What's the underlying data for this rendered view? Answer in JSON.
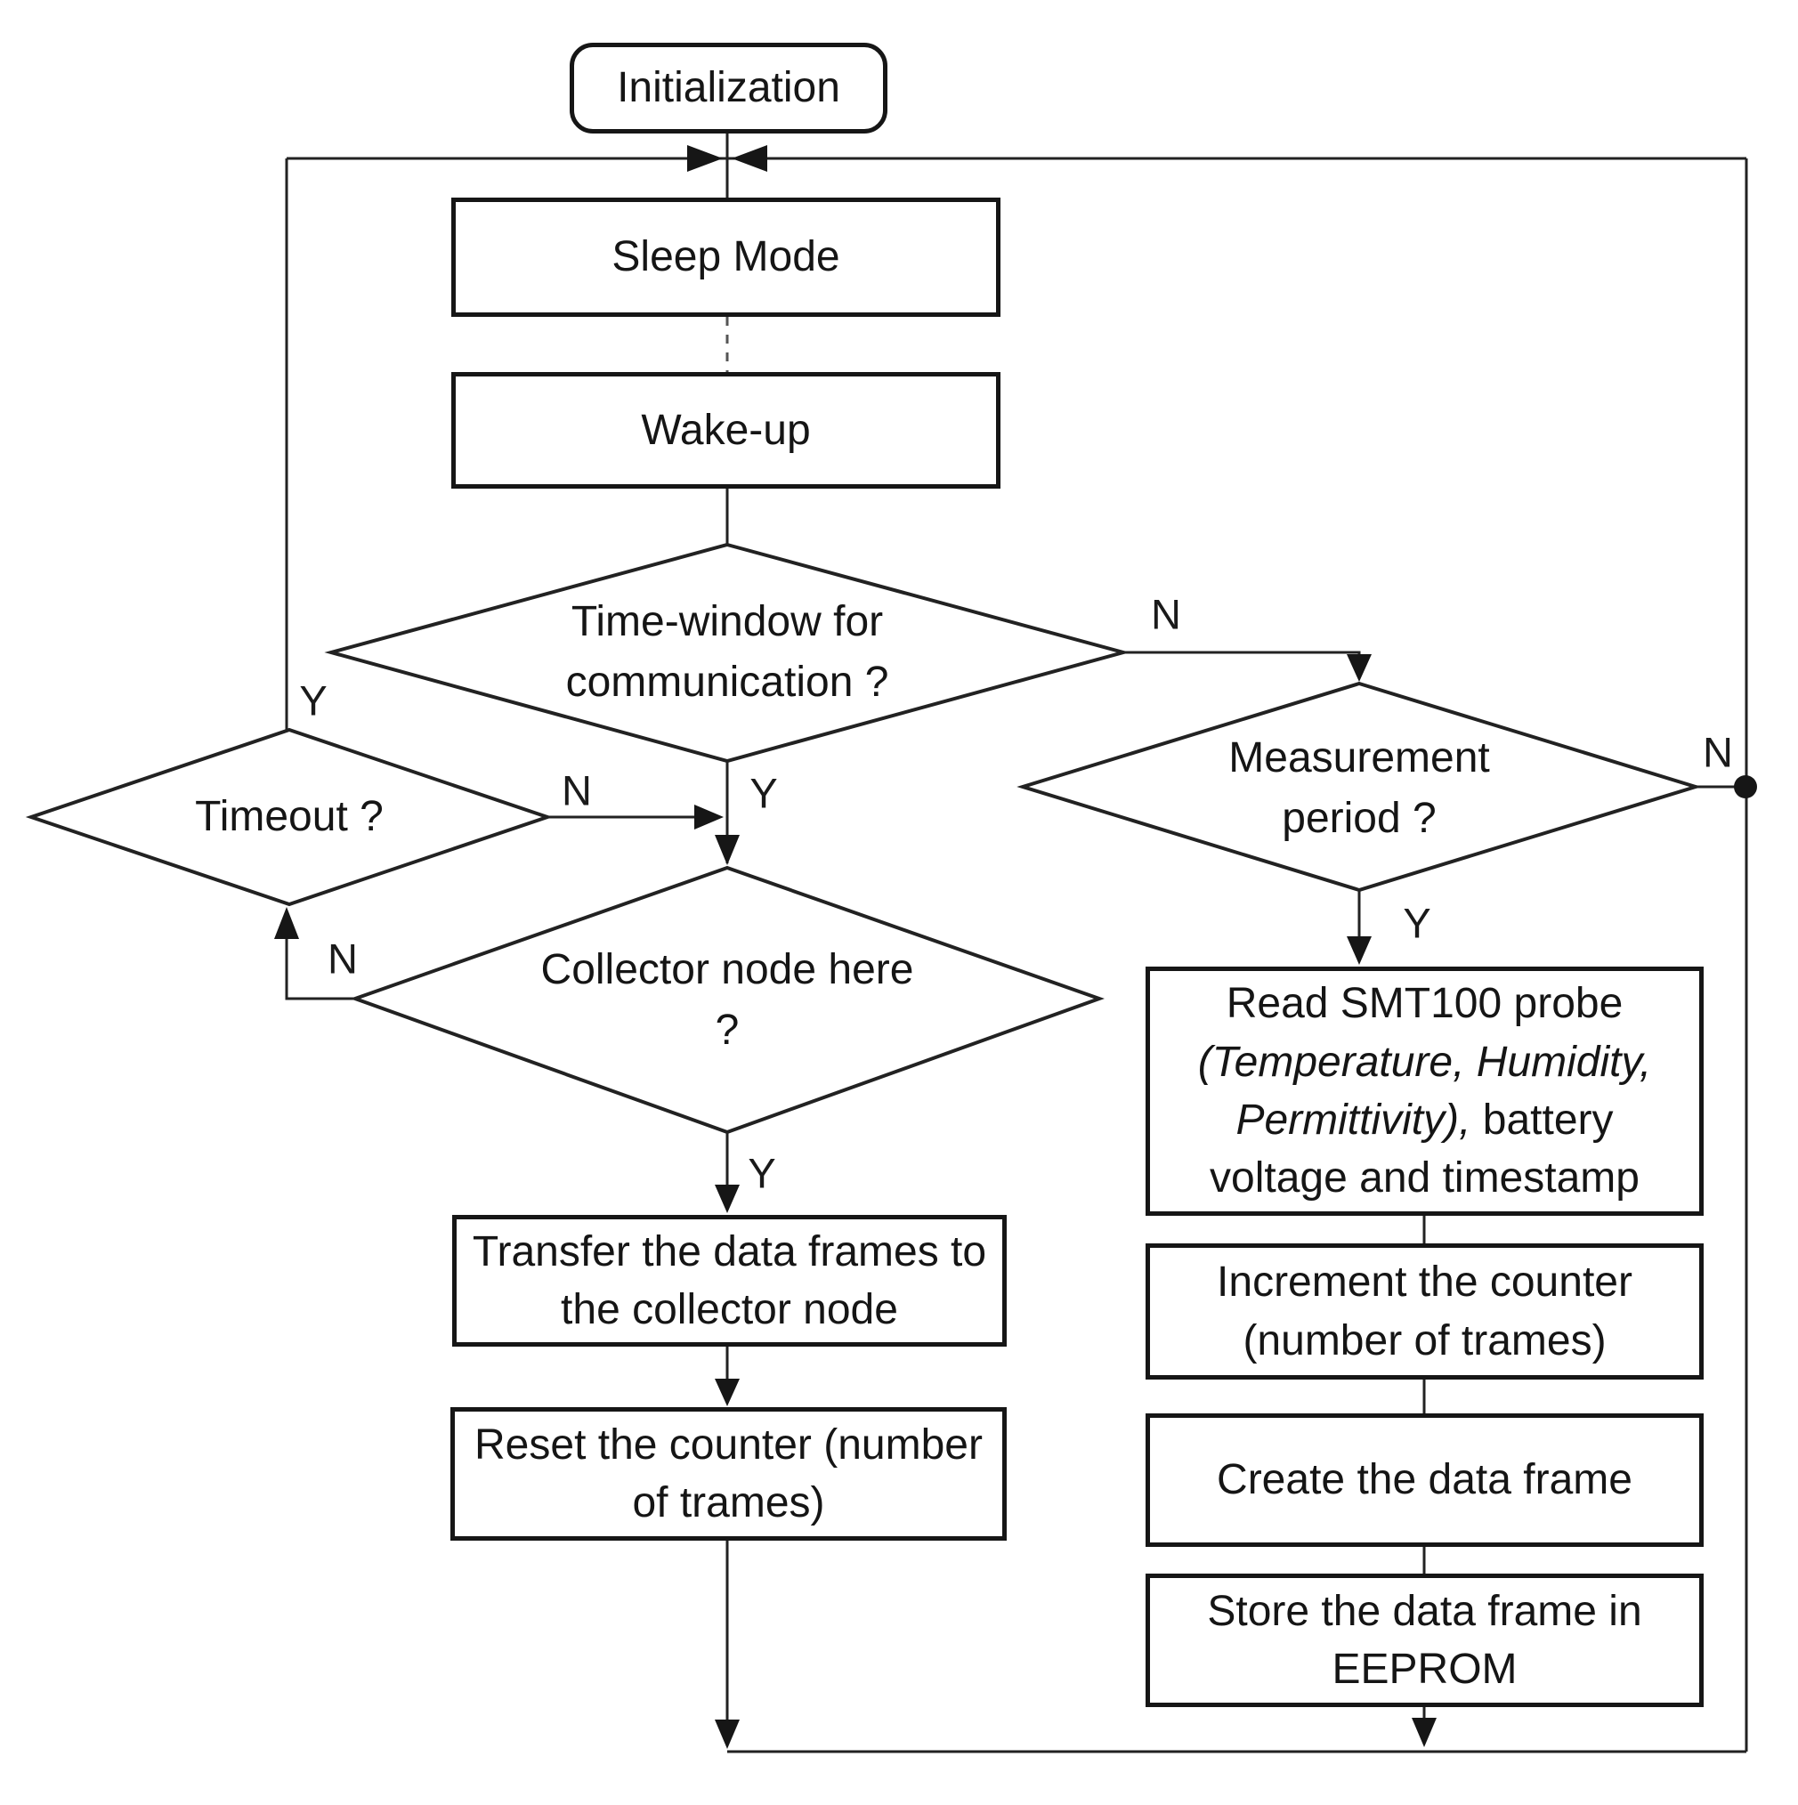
{
  "figure": {
    "type": "flowchart",
    "background": "#ffffff",
    "line_color": "#222222",
    "node_border_color": "#161616",
    "text_color": "#151515"
  },
  "nodes": {
    "initialization": {
      "label": "Initialization"
    },
    "sleep_mode": {
      "label": "Sleep Mode"
    },
    "wake_up": {
      "label": "Wake-up"
    },
    "time_window": {
      "label": "Time-window for communication ?"
    },
    "timeout": {
      "label": "Timeout ?"
    },
    "collector_node": {
      "label": "Collector node here ?"
    },
    "measurement_period": {
      "label": "Measurement period ?"
    },
    "transfer": {
      "label": "Transfer the data frames to the collector node"
    },
    "reset_counter": {
      "label": "Reset the counter (number of trames)"
    },
    "read_probe": {
      "part1": "Read SMT100 probe ",
      "part2_italic": "(Temperature, Humidity, Permittivity),",
      "part3": " battery voltage and timestamp"
    },
    "increment_counter": {
      "label": "Increment the counter (number of trames)"
    },
    "create_frame": {
      "label": "Create the data frame"
    },
    "store_frame": {
      "label": "Store the data frame in EEPROM"
    }
  },
  "edge_labels": {
    "time_window_yes": "Y",
    "time_window_no": "N",
    "timeout_yes": "Y",
    "timeout_no": "N",
    "collector_yes": "Y",
    "collector_no": "N",
    "measurement_yes": "Y",
    "measurement_no": "N"
  }
}
